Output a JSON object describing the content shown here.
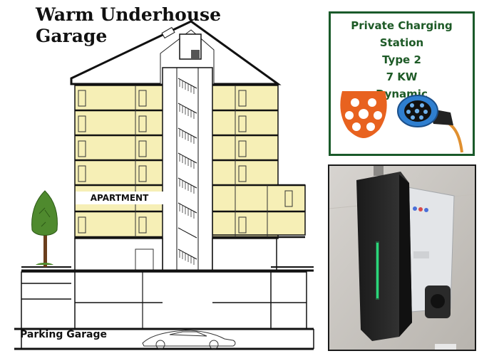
{
  "title": {
    "line1": "Warm Underhouse",
    "line2": "Garage"
  },
  "info": {
    "line1": "Private Charging Station",
    "line2": "Type 2",
    "line3": "7 KW",
    "line4": "Dynamic",
    "accent_color": "#1d5a26",
    "socket_color": "#e8621f",
    "plug_color": "#2f7fd0"
  },
  "labels": {
    "apartment": "APARTMENT",
    "parking": "Parking Garage"
  },
  "icons": [
    "type2-socket-icon",
    "type2-plug-icon",
    "tree-icon",
    "car-icon"
  ],
  "colors": {
    "apartment_fill": "#f6efb6",
    "tree_green": "#4f8a2e"
  }
}
